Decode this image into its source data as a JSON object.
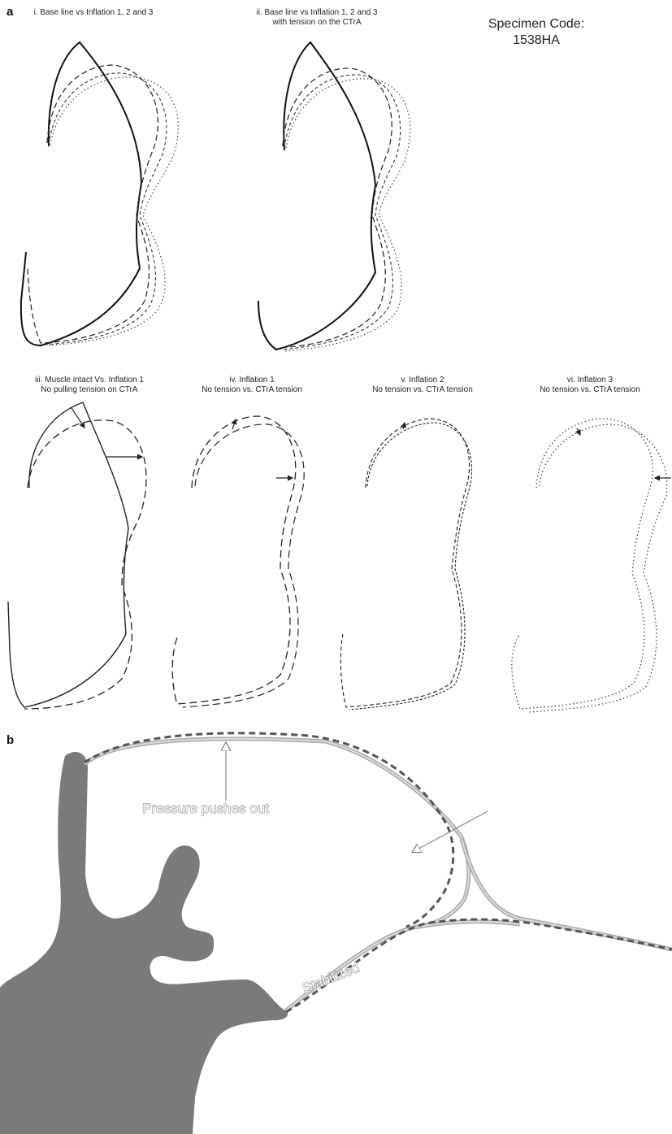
{
  "panel_a": {
    "letter": "a",
    "specimen": {
      "line1": "Specimen Code:",
      "line2": "1538HA"
    },
    "captions": {
      "i": {
        "line1": "i. Base line vs Inflation 1, 2 and 3",
        "line2": ""
      },
      "ii": {
        "line1": "ii. Base line vs Inflation 1, 2 and 3",
        "line2": "with tension on the CTrA"
      },
      "iii": {
        "line1": "iii. Muscle intact Vs. Inflation 1",
        "line2": "No pulling tension on CTrA"
      },
      "iv": {
        "line1": "iv. Inflation 1",
        "line2": "No tension vs. CTrA tension"
      },
      "v": {
        "line1": "v. Inflation 2",
        "line2": "No tension vs. CTrA tension"
      },
      "vi": {
        "line1": "vi. Inflation 3",
        "line2": "No tension vs. CTrA tension"
      }
    }
  },
  "panel_b": {
    "letter": "b",
    "label_pressure": "Pressure pushes out",
    "label_stabilized": "Stabilized",
    "colors": {
      "shape": "#7a7a7a",
      "membrane": "#b5b5b5",
      "dashed": "#555555"
    }
  }
}
